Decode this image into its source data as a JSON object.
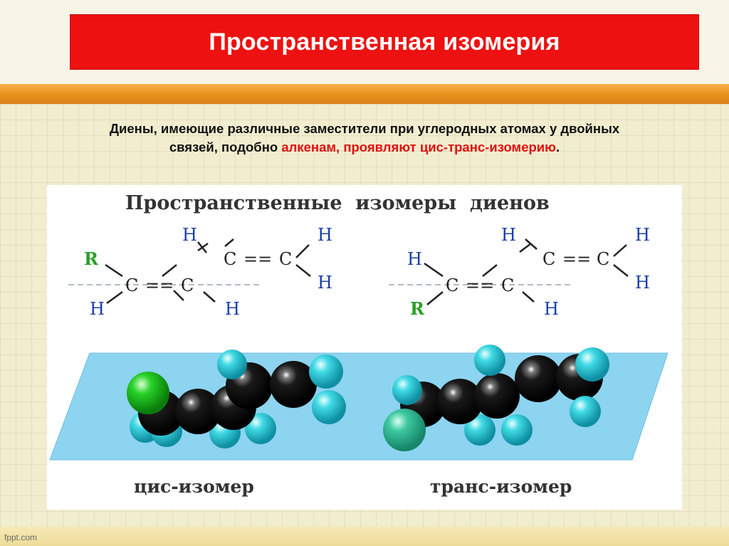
{
  "slide": {
    "title": "Пространственная изомерия",
    "subtitle_line1": "Диены, имеющие различные заместители при углеродных атомах у двойных",
    "subtitle_line2_black": "связей, подобно ",
    "subtitle_line2_red": "алкенам, проявляют цис-транс-изомерию",
    "subtitle_line2_end": ".",
    "footer": "fppt.com"
  },
  "figure": {
    "heading": "Пространственные  изомеры  диенов",
    "cis_label": "цис-изомер",
    "trans_label": "транс-изомер",
    "atom_h": "H",
    "atom_c": "C",
    "atom_r": "R",
    "bond_double": "=="
  },
  "colors": {
    "title_bg": "#ee1111",
    "highlight_text": "#e01010",
    "hydrogen": "#1a3fa8",
    "substituent_r": "#28a028",
    "plane": "#8cd4f0"
  }
}
